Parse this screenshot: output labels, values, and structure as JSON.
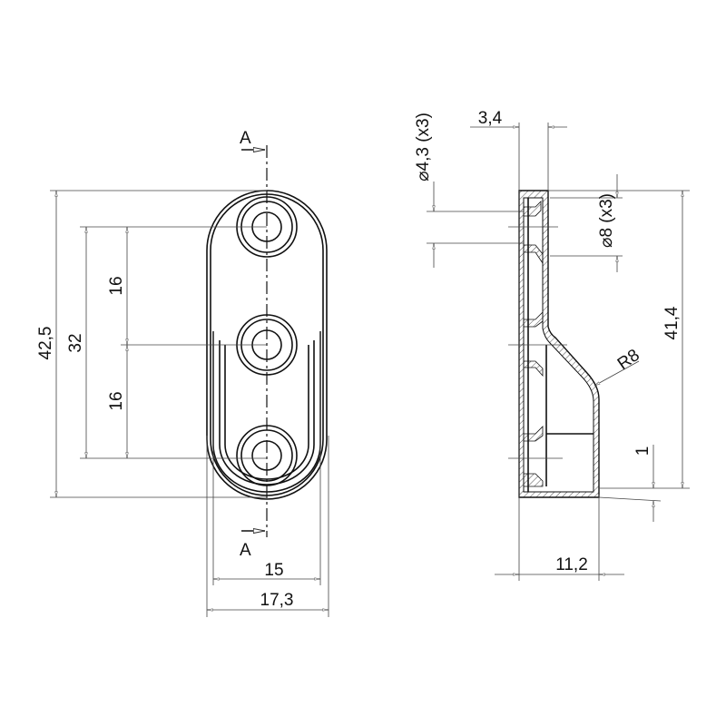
{
  "front_view": {
    "section_label_top": "A",
    "section_label_bottom": "A",
    "dim_total_height": "42,5",
    "dim_hole_span": "32",
    "dim_pitch_upper": "16",
    "dim_pitch_lower": "16",
    "dim_inner_width": "15",
    "dim_outer_width": "17,3"
  },
  "side_view": {
    "dim_thickness": "3,4",
    "dim_small_hole": "⌀4,3 (x3)",
    "dim_counterbore": "⌀8 (x3)",
    "dim_height": "41,4",
    "dim_radius": "R8",
    "dim_offset": "1",
    "dim_depth": "11,2"
  }
}
